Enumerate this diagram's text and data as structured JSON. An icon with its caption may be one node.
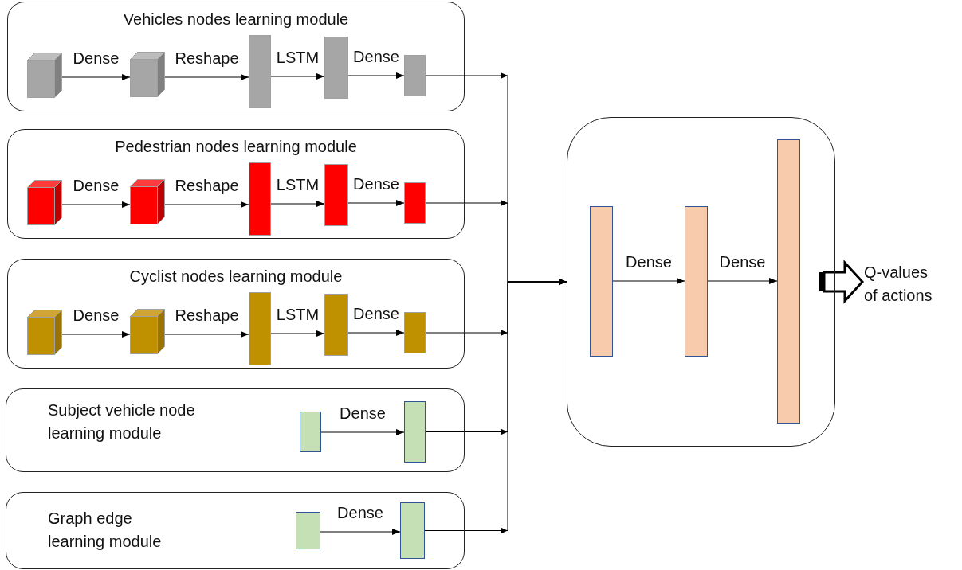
{
  "diagram": {
    "nodes": [
      {
        "text": [
          "Vehicles nodes learning module"
        ]
      },
      {
        "text": [],
        "shape": "cube",
        "in": 0
      },
      {
        "text": [],
        "shape": "cube",
        "in": 0
      },
      {
        "text": [],
        "shape": "bar",
        "in": 0
      },
      {
        "text": [],
        "shape": "bar",
        "in": 0
      },
      {
        "text": [],
        "shape": "bar",
        "in": 0
      },
      {
        "text": [
          "Pedestrian nodes learning module"
        ]
      },
      {
        "text": [],
        "shape": "cube",
        "in": 6
      },
      {
        "text": [],
        "shape": "cube",
        "in": 6
      },
      {
        "text": [],
        "shape": "bar",
        "in": 6
      },
      {
        "text": [],
        "shape": "bar",
        "in": 6
      },
      {
        "text": [],
        "shape": "bar",
        "in": 6
      },
      {
        "text": [
          "Cyclist nodes learning module"
        ]
      },
      {
        "text": [],
        "shape": "cube",
        "in": 12
      },
      {
        "text": [],
        "shape": "cube",
        "in": 12
      },
      {
        "text": [],
        "shape": "bar",
        "in": 12
      },
      {
        "text": [],
        "shape": "bar",
        "in": 12
      },
      {
        "text": [],
        "shape": "bar",
        "in": 12
      },
      {
        "text": [
          "Subject vehicle node learning module"
        ]
      },
      {
        "text": [],
        "shape": "bar",
        "in": 18
      },
      {
        "text": [],
        "shape": "bar",
        "in": 18
      },
      {
        "text": [
          "Graph edge learning module"
        ]
      },
      {
        "text": [],
        "shape": "bar",
        "in": 21
      },
      {
        "text": [],
        "shape": "bar",
        "in": 21
      },
      {
        "text": [],
        "shape": "box"
      },
      {
        "text": [],
        "shape": "bar",
        "in": 24
      },
      {
        "text": [],
        "shape": "bar",
        "in": 24
      },
      {
        "text": [],
        "shape": "bar",
        "in": 24
      },
      {
        "text": [
          "Q-values of actions"
        ]
      }
    ],
    "edges": [
      {
        "from": 1,
        "to": 2,
        "arrow": "to",
        "label": "Dense"
      },
      {
        "from": 2,
        "to": 3,
        "arrow": "to",
        "label": "Reshape"
      },
      {
        "from": 3,
        "to": 4,
        "arrow": "to",
        "label": "LSTM"
      },
      {
        "from": 4,
        "to": 5,
        "arrow": "to",
        "label": "Dense"
      },
      {
        "from": 7,
        "to": 8,
        "arrow": "to",
        "label": "Dense"
      },
      {
        "from": 8,
        "to": 9,
        "arrow": "to",
        "label": "Reshape"
      },
      {
        "from": 9,
        "to": 10,
        "arrow": "to",
        "label": "LSTM"
      },
      {
        "from": 10,
        "to": 11,
        "arrow": "to",
        "label": "Dense"
      },
      {
        "from": 13,
        "to": 14,
        "arrow": "to",
        "label": "Dense"
      },
      {
        "from": 14,
        "to": 15,
        "arrow": "to",
        "label": "Reshape"
      },
      {
        "from": 15,
        "to": 16,
        "arrow": "to",
        "label": "LSTM"
      },
      {
        "from": 16,
        "to": 17,
        "arrow": "to",
        "label": "Dense"
      },
      {
        "from": 19,
        "to": 20,
        "arrow": "to",
        "label": "Dense"
      },
      {
        "from": 22,
        "to": 23,
        "arrow": "to",
        "label": "Dense"
      },
      {
        "from": 5,
        "to": 24,
        "arrow": "to"
      },
      {
        "from": 11,
        "to": 24,
        "arrow": "to"
      },
      {
        "from": 17,
        "to": 24,
        "arrow": "to"
      },
      {
        "from": 20,
        "to": 24,
        "arrow": "to"
      },
      {
        "from": 23,
        "to": 24,
        "arrow": "to"
      },
      {
        "from": 25,
        "to": 26,
        "arrow": "to",
        "label": "Dense"
      },
      {
        "from": 26,
        "to": 27,
        "arrow": "to",
        "label": "Dense"
      },
      {
        "from": 24,
        "to": 28,
        "arrow": "to",
        "style": "thick"
      }
    ]
  }
}
